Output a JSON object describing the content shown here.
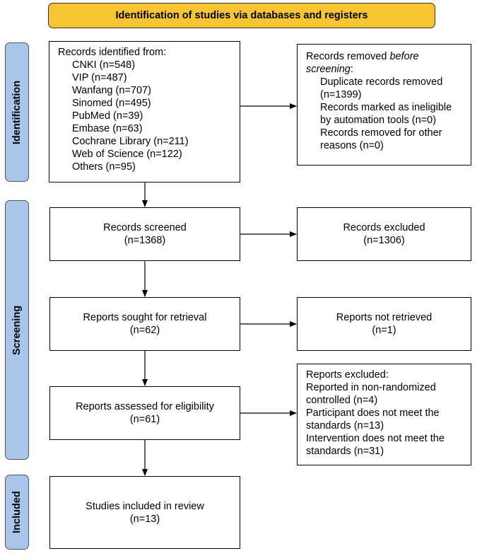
{
  "header": "Identification of studies via databases and registers",
  "phases": {
    "identification": "Identification",
    "screening": "Screening",
    "included": "Included"
  },
  "identified": {
    "title": "Records identified from:",
    "sources": [
      "CNKI (n=548)",
      "VIP (n=487)",
      "Wanfang (n=707)",
      "Sinomed (n=495)",
      "PubMed (n=39)",
      "Embase (n=63)",
      "Cochrane Library (n=211)",
      "Web of Science (n=122)",
      "Others (n=95)"
    ]
  },
  "removed": {
    "title_prefix": "Records removed ",
    "title_italic": "before screening",
    "title_suffix": ":",
    "items": [
      "Duplicate records removed (n=1399)",
      "Records marked as ineligible by automation tools (n=0)",
      "Records removed for other reasons (n=0)"
    ]
  },
  "screened": {
    "label": "Records screened",
    "count": "(n=1368)"
  },
  "excluded": {
    "label": "Records excluded",
    "count": "(n=1306)"
  },
  "sought": {
    "label": "Reports sought for retrieval",
    "count": "(n=62)"
  },
  "not_retrieved": {
    "label": "Reports not retrieved",
    "count": "(n=1)"
  },
  "assessed": {
    "label": "Reports assessed for eligibility",
    "count": "(n=61)"
  },
  "reports_excluded": {
    "title": "Reports excluded:",
    "items": [
      "Reported in non-randomized controlled (n=4)",
      "Participant does not meet the standards (n=13)",
      "Intervention does not meet the standards (n=31)"
    ]
  },
  "included_box": {
    "label": "Studies included in review",
    "count": "(n=13)"
  }
}
